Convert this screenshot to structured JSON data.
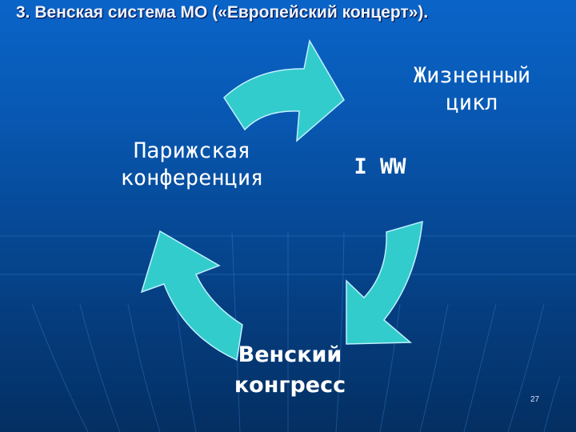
{
  "slide": {
    "title": "3. Венская система МО («Европейский концерт»).",
    "page_number": "27"
  },
  "diagram": {
    "type": "cycle",
    "nodes": [
      {
        "id": "paris",
        "line1": "Парижская",
        "line2": "конференция"
      },
      {
        "id": "ww1",
        "line1": "I WW"
      },
      {
        "id": "vienna",
        "line1": "Венский",
        "line2": "конгресс"
      },
      {
        "id": "lifecycle",
        "line1": "Жизненный",
        "line2": "цикл"
      }
    ],
    "arrow_color": "#33cccc",
    "arrow_outline": "#bff0ff"
  }
}
